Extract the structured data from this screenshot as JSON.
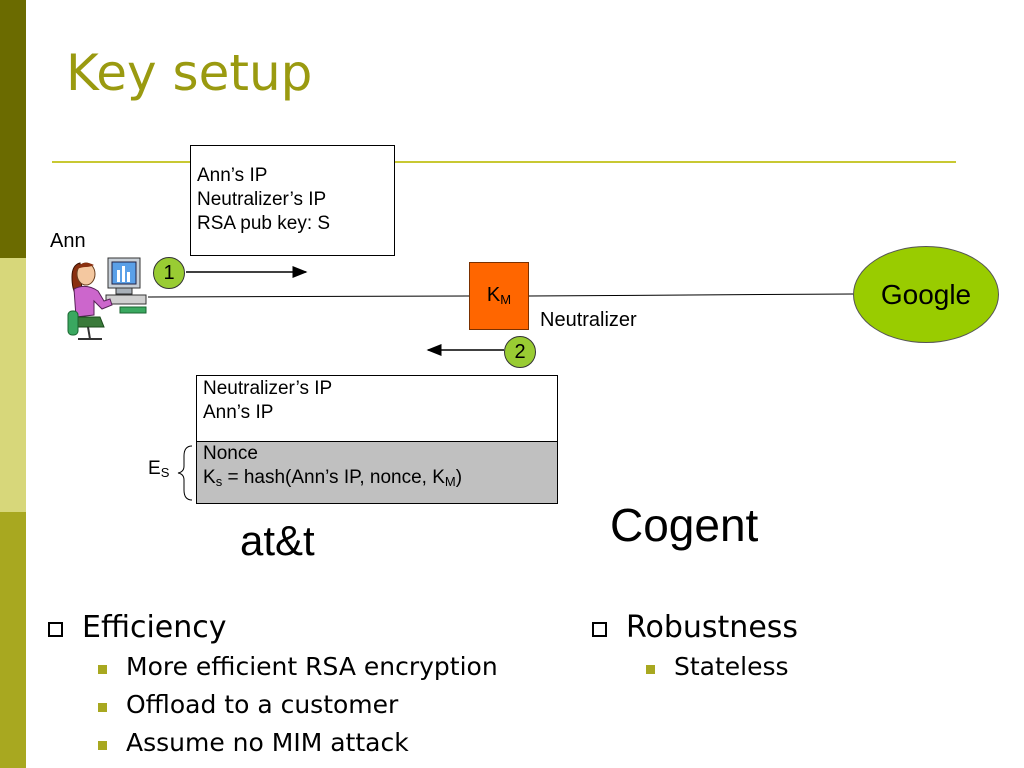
{
  "slide": {
    "title": "Key setup"
  },
  "diagram": {
    "ann_label": "Ann",
    "step1_label": "1",
    "step2_label": "2",
    "msg1_lines": [
      "Ann’s IP",
      "Neutralizer’s IP",
      "RSA pub key: S"
    ],
    "km_main": "K",
    "km_sub": "M",
    "neutralizer_label": "Neutralizer",
    "google_label": "Google",
    "msg2_lines": [
      "Neutralizer’s IP",
      "Ann’s IP"
    ],
    "nonce_label": "Nonce",
    "ks_main": "K",
    "ks_sub": "s",
    "ks_formula": " = hash(Ann’s IP, nonce, K",
    "ks_formula_sub": "M",
    "ks_formula_end": ")",
    "es_main": "E",
    "es_sub": "S",
    "att_label": "at&t",
    "cogent_label": "Cogent"
  },
  "bullets_left": {
    "heading": "Efficiency",
    "items": [
      "More efficient RSA encryption",
      "Offload to a customer",
      "Assume no MIM attack"
    ]
  },
  "bullets_right": {
    "heading": "Robustness",
    "items": [
      "Stateless"
    ]
  },
  "colors": {
    "title": "#9a9a10",
    "km_box": "#ff6600",
    "google": "#99cc00",
    "step_circle": "#99cc33"
  },
  "icons": {
    "ann": "person-at-computer-icon"
  }
}
